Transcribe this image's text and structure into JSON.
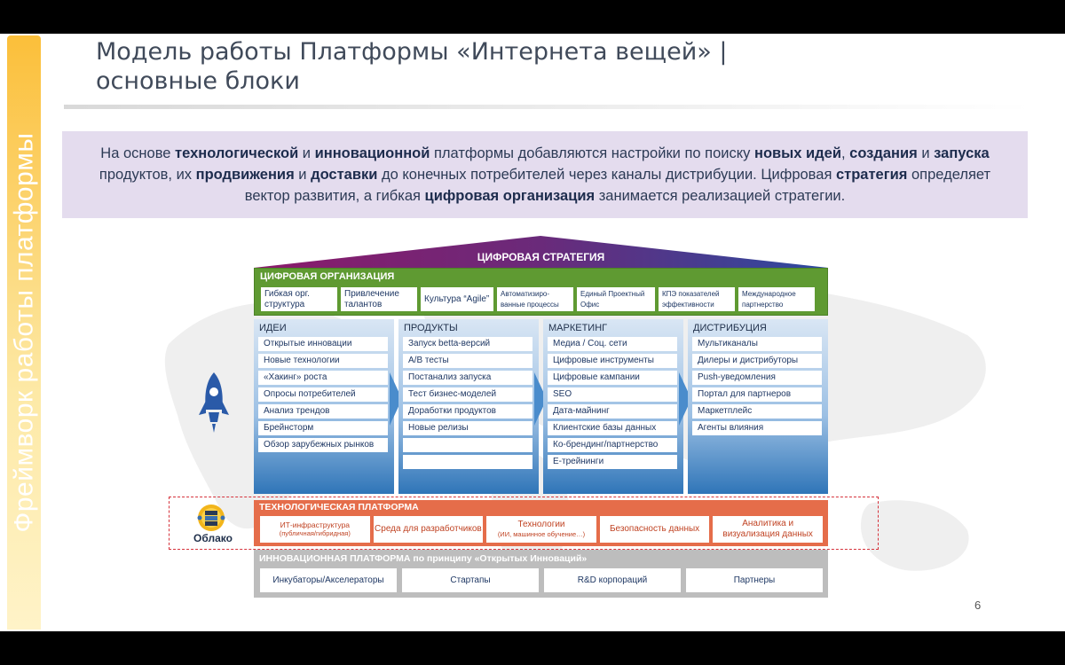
{
  "side_label": "Фреймворк работы платформы",
  "title": "Модель работы Платформы «Интернета вещей» | основные блоки",
  "intro": [
    {
      "t": "На основе ",
      "b": false
    },
    {
      "t": "технологической",
      "b": true
    },
    {
      "t": " и ",
      "b": false
    },
    {
      "t": "инновационной",
      "b": true
    },
    {
      "t": " платформы добавляются настройки по поиску ",
      "b": false
    },
    {
      "t": "новых идей",
      "b": true
    },
    {
      "t": ", ",
      "b": false
    },
    {
      "t": "создания",
      "b": true
    },
    {
      "t": " и ",
      "b": false
    },
    {
      "t": "запуска",
      "b": true
    },
    {
      "t": " продуктов, их ",
      "b": false
    },
    {
      "t": "продвижения",
      "b": true
    },
    {
      "t": " и ",
      "b": false
    },
    {
      "t": "доставки",
      "b": true
    },
    {
      "t": " до конечных потребителей через каналы дистрибуции. Цифровая ",
      "b": false
    },
    {
      "t": "стратегия",
      "b": true
    },
    {
      "t": " определяет вектор развития, а гибкая ",
      "b": false
    },
    {
      "t": "цифровая организация",
      "b": true
    },
    {
      "t": " занимается реализацией стратегии.",
      "b": false
    }
  ],
  "strategy": "ЦИФРОВАЯ СТРАТЕГИЯ",
  "organization": {
    "title": "ЦИФРОВАЯ ОРГАНИЗАЦИЯ",
    "items": [
      {
        "label": "Гибкая орг. структура",
        "size": "big",
        "w": 86
      },
      {
        "label": "Привлечение талантов",
        "size": "big",
        "w": 86
      },
      {
        "label": "Культура “Agile”",
        "size": "big",
        "w": 82
      },
      {
        "label": "Автоматизиро-ванные процессы",
        "size": "small",
        "w": 86
      },
      {
        "label": "Единый Проектный Офис",
        "size": "small",
        "w": 88
      },
      {
        "label": "КПЭ показателей эффективности",
        "size": "small",
        "w": 86
      },
      {
        "label": "Международное партнерство",
        "size": "small",
        "w": 86
      }
    ]
  },
  "columns": [
    {
      "title": "ИДЕИ",
      "items": [
        "Открытые инновации",
        "Новые технологии",
        "«Хакинг» роста",
        "Опросы потребителей",
        "Анализ трендов",
        "Брейнсторм",
        "Обзор зарубежных рынков"
      ]
    },
    {
      "title": "ПРОДУКТЫ",
      "items": [
        "Запуск betta-версий",
        "A/B тесты",
        "Постанализ запуска",
        "Тест бизнес-моделей",
        "Доработки продуктов",
        "Новые релизы",
        "",
        ""
      ]
    },
    {
      "title": "МАРКЕТИНГ",
      "items": [
        "Медиа / Соц. сети",
        "Цифровые инструменты",
        "Цифровые кампании",
        "SEO",
        "Дата-майнинг",
        "Клиентские базы данных",
        "Ко-брендинг/партнерство",
        "Е-трейнинги"
      ]
    },
    {
      "title": "ДИСТРИБУЦИЯ",
      "items": [
        "Мультиканалы",
        "Дилеры и дистрибуторы",
        "Push-уведомления",
        "Портал для партнеров",
        "Маркетплейс",
        "Агенты влияния"
      ]
    }
  ],
  "tech": {
    "title": "ТЕХНОЛОГИЧЕСКАЯ ПЛАТФОРМА",
    "items": [
      {
        "main": "ИТ-инфраструктура",
        "sub": "(публичная/гибридная)",
        "size": "small"
      },
      {
        "main": "Среда для разработчиков",
        "sub": "",
        "size": "big"
      },
      {
        "main": "Технологии",
        "sub": "(ИИ, машинное обучение…)",
        "size": "big"
      },
      {
        "main": "Безопасность данных",
        "sub": "",
        "size": "big"
      },
      {
        "main": "Аналитика и визуализация данных",
        "sub": "",
        "size": "big"
      }
    ]
  },
  "innovation": {
    "title": "ИННОВАЦИОННАЯ ПЛАТФОРМА по принципу «Открытых Инноваций»",
    "items": [
      "Инкубаторы/Акселераторы",
      "Стартапы",
      "R&D корпораций",
      "Партнеры"
    ]
  },
  "cloud_label": "Облако",
  "page_number": "6",
  "colors": {
    "green": "#5f9a32",
    "orange": "#e56d4a",
    "blue": "#2f75b8",
    "gray": "#bdbdbd",
    "purple_bg": "#e4dcee",
    "accent_yellow": "#fbbf3a"
  }
}
